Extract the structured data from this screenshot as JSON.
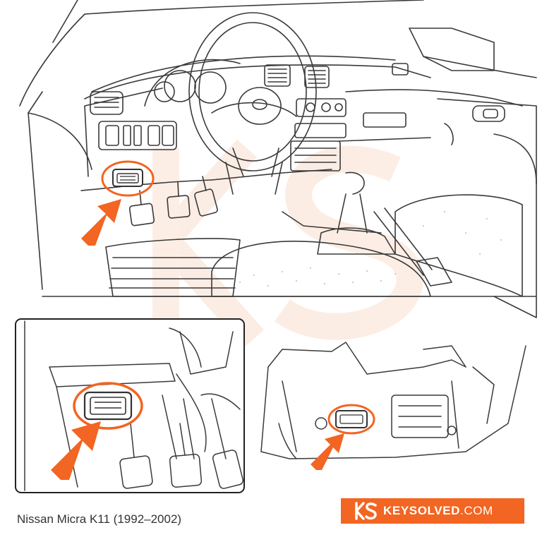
{
  "caption": "Nissan Micra K11 (1992–2002)",
  "brand": {
    "name_bold": "KEYSOLVED",
    "name_light": ".COM"
  },
  "colors": {
    "accent": "#f26522",
    "line": "#333333",
    "background": "#ffffff",
    "watermark": "#fbe3d4"
  },
  "icons": {
    "logo": "ks-logo-icon",
    "arrow": "arrow-icon"
  }
}
